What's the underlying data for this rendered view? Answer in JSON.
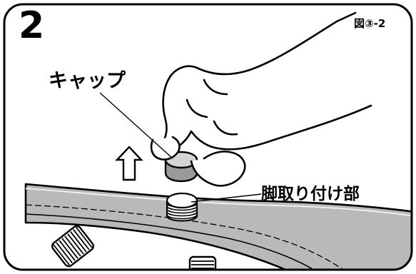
{
  "step": {
    "number": "2"
  },
  "figure_ref": "図③-2",
  "callouts": {
    "cap": "キャップ",
    "mount": "脚取り付け部"
  },
  "icons": {
    "arrow": "up-arrow-icon",
    "hand": "hand-icon"
  },
  "colors": {
    "line": "#000000",
    "background": "#ffffff",
    "cap_top": "#d4d4d4",
    "cap_side": "#9a9a9a",
    "rail_fill": "#b9b9b9",
    "rail_edge": "#eeeeee"
  }
}
